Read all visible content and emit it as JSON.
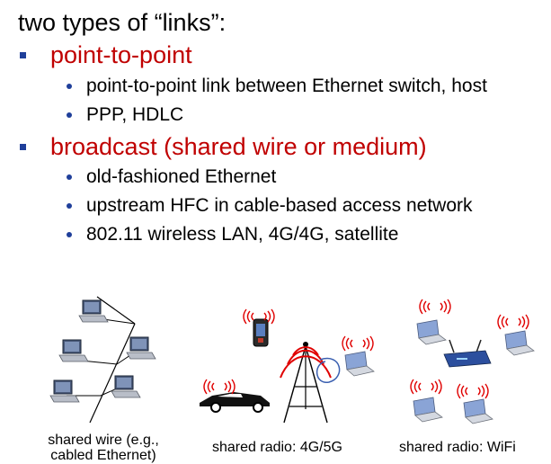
{
  "heading": "two types of “links”:",
  "sections": [
    {
      "title": "point-to-point",
      "items": [
        "point-to-point link between Ethernet switch, host",
        "PPP, HDLC"
      ]
    },
    {
      "title": "broadcast (shared wire or medium)",
      "items": [
        "old-fashioned Ethernet",
        "upstream HFC in cable-based access network",
        "802.11 wireless LAN, 4G/4G, satellite"
      ]
    }
  ],
  "captions": {
    "wire_line1": "shared wire (e.g.,",
    "wire_line2": "cabled Ethernet)",
    "radio_cellular": "shared radio: 4G/5G",
    "radio_wifi": "shared radio: WiFi"
  },
  "colors": {
    "accent_red": "#c00000",
    "bullet_blue": "#1f3f9a",
    "wave_red": "#e00000"
  }
}
